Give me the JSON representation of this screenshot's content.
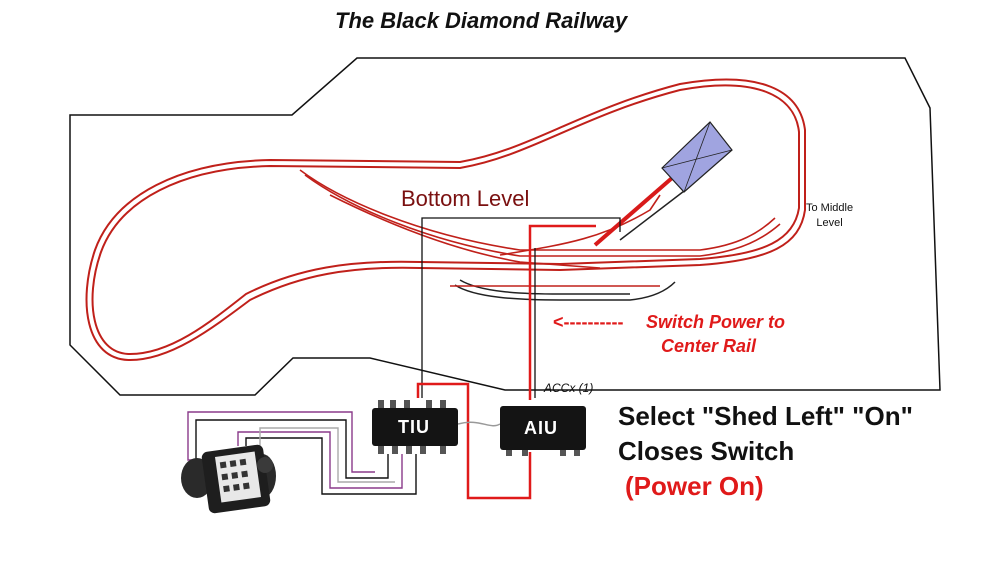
{
  "diagram": {
    "title": "The Black Diamond Railway",
    "level_label": "Bottom Level",
    "middle_label_line1": "To Middle",
    "middle_label_line2": "Level",
    "arrow_text": "<----------",
    "switch_note_line1": "Switch Power to",
    "switch_note_line2": "Center Rail",
    "accx_label": "ACCx (1)",
    "tiu_label": "TIU",
    "aiu_label": "AIU",
    "instruction_line1": "Select \"Shed Left\" \"On\"",
    "instruction_line2": "Closes Switch",
    "instruction_line3": "(Power On)"
  },
  "colors": {
    "track": "#c0201a",
    "wire_red": "#e01a1a",
    "wire_purple": "#8a3a8a",
    "outline": "#111111",
    "shed": "#a0a4e0",
    "module": "#141414"
  },
  "icons": {
    "shed": "shed-building",
    "controller": "dcs-remote-controller"
  }
}
